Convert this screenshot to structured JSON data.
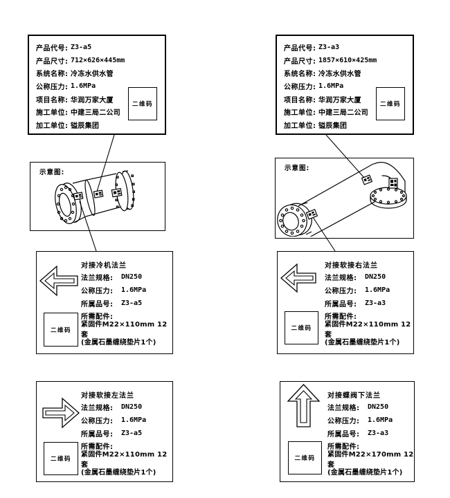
{
  "colors": {
    "line": "#000000",
    "background": "#ffffff"
  },
  "common": {
    "qr_label": "二维码",
    "schematic_label": "示意图:"
  },
  "spec_labels": [
    "产品代号:",
    "产品尺寸:",
    "系统名称:",
    "公称压力:",
    "项目名称:",
    "施工单位:",
    "加工单位:"
  ],
  "products": [
    {
      "code": "Z3-a5",
      "size": "712×626×445mm",
      "system": "冷冻水供水管",
      "pressure": "1.6MPa",
      "project": "华润万家大厦",
      "contractor": "中建三局二公司",
      "fabricator": "镒辰集团"
    },
    {
      "code": "Z3-a3",
      "size": "1857×610×425mm",
      "system": "冷冻水供水管",
      "pressure": "1.6MPa",
      "project": "华润万家大厦",
      "contractor": "中建三局二公司",
      "fabricator": "镒辰集团"
    }
  ],
  "flange_labels": {
    "spec": "法兰规格:",
    "pressure": "公称压力:",
    "product": "所属品号:",
    "parts": "所需配件:"
  },
  "flange_panels": [
    {
      "title": "对接冷机法兰",
      "spec_value": "DN250",
      "pressure_value": "1.6MPa",
      "product_code": "Z3-a5",
      "fastener": "紧固件M22×110mm 12套",
      "gasket": "(金属石墨缠绕垫片1个)",
      "arrow": "left"
    },
    {
      "title": "对接软接右法兰",
      "spec_value": "DN250",
      "pressure_value": "1.6MPa",
      "product_code": "Z3-a3",
      "fastener": "紧固件M22×110mm 12套",
      "gasket": "(金属石墨缠绕垫片1个)",
      "arrow": "left"
    },
    {
      "title": "对接软接左法兰",
      "spec_value": "DN250",
      "pressure_value": "1.6MPa",
      "product_code": "Z3-a5",
      "fastener": "紧固件M22×110mm 12套",
      "gasket": "(金属石墨缠绕垫片1个)",
      "arrow": "right"
    },
    {
      "title": "对接蝶阀下法兰",
      "spec_value": "DN250",
      "pressure_value": "1.6MPa",
      "product_code": "Z3-a3",
      "fastener": "紧固件M22×170mm 12套",
      "gasket": "(金属石墨缠绕垫片1个)",
      "arrow": "up"
    }
  ]
}
